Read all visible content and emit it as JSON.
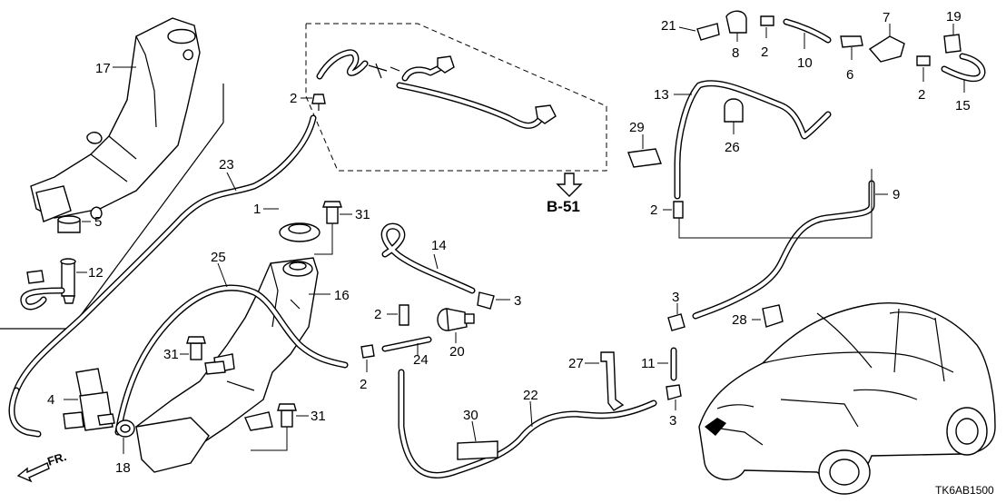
{
  "diagram": {
    "drawing_code": "TK6AB1500",
    "section_reference": "B-51",
    "direction_label": "FR.",
    "callouts": [
      "1",
      "2",
      "3",
      "4",
      "5",
      "6",
      "7",
      "8",
      "9",
      "10",
      "11",
      "12",
      "13",
      "14",
      "15",
      "16",
      "17",
      "18",
      "19",
      "20",
      "21",
      "22",
      "23",
      "24",
      "25",
      "26",
      "27",
      "28",
      "29",
      "30",
      "31"
    ]
  }
}
